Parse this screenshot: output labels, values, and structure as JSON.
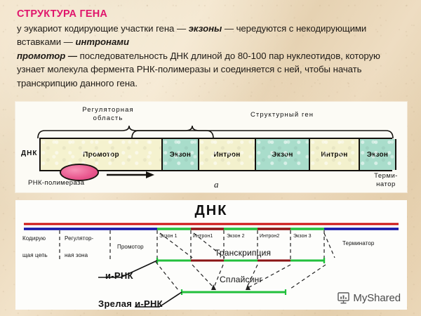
{
  "slide": {
    "title": "СТРУКТУРА ГЕНА",
    "body_segments": [
      {
        "text": "у эукариот кодирующие участки гена — ",
        "bold": false
      },
      {
        "text": "экзоны",
        "bold": true
      },
      {
        "text": " — чередуются с некодирующими вставками — ",
        "bold": false
      },
      {
        "text": "интронами",
        "bold": true
      },
      {
        "text": "\n",
        "bold": false
      },
      {
        "text": "промотор —",
        "bold": true
      },
      {
        "text": " последовательность ДНК длиной до 80-100 пар нуклеотидов, которую узнает молекула фермента РНК-полимеразы и соединяется с ней, чтобы начать транскрипцию данного гена.",
        "bold": false
      }
    ],
    "title_color": "#e0156c",
    "background_color": "#ecdabd"
  },
  "figure_a": {
    "caption": "а",
    "label_dna": "ДНК",
    "label_regulatory": "Регуляторная\nобласть",
    "label_regulatory_line1": "Регуляторная",
    "label_regulatory_line2": "область",
    "label_structural_gene": "Структурный ген",
    "label_polymerase": "РНК-полимераза",
    "label_terminator_line1": "Терми-",
    "label_terminator_line2": "натор",
    "segments": [
      {
        "name": "Промотор",
        "type": "promoter",
        "width": 174,
        "color": "#f5f2cf"
      },
      {
        "name": "Экзон",
        "type": "exon",
        "width": 52,
        "color": "#a9ddcb"
      },
      {
        "name": "Интрон",
        "type": "intron",
        "width": 81,
        "color": "#f3f1cd"
      },
      {
        "name": "Экзон",
        "type": "exon",
        "width": 77,
        "color": "#a9ddcb"
      },
      {
        "name": "Интрон",
        "type": "intron",
        "width": 71,
        "color": "#f3f1cd"
      },
      {
        "name": "Экзон",
        "type": "exon",
        "width": 52,
        "color": "#a9ddcb"
      },
      {
        "name": "",
        "type": "term",
        "width": 33,
        "color": "#d9652f"
      }
    ]
  },
  "figure_b": {
    "title": "ДНК",
    "strand_top_color": "#cc1111",
    "strand_bottom_color": "#1414a8",
    "exon_color": "#22c03c",
    "intron_color": "#8b1414",
    "column_labels": [
      "Кодирую\nщая цепь",
      "Регулятор-\nная зона",
      "Промотор",
      "Экзон 1",
      "Интрон1",
      "Экзон 2",
      "Интрон2",
      "Экзон 3",
      "Терминатор"
    ],
    "col_coding_l1": "Кодирую",
    "col_coding_l2": "щая цепь",
    "col_reg_l1": "Регулятор-",
    "col_reg_l2": "ная зона",
    "col_promoter": "Промотор",
    "col_exon1": "Экзон 1",
    "col_intron1": "Интрон1",
    "col_exon2": "Экзон 2",
    "col_intron2": "Интрон2",
    "col_exon3": "Экзон 3",
    "col_terminator": "Терминатор",
    "process_transcription": "Транскрипция",
    "process_splicing": "Сплайсинг",
    "label_mrna": "и-РНК",
    "label_mature_mrna": "Зрелая и-РНК"
  },
  "watermark": {
    "text": "MyShared",
    "icon": "presentation-chart-icon"
  }
}
